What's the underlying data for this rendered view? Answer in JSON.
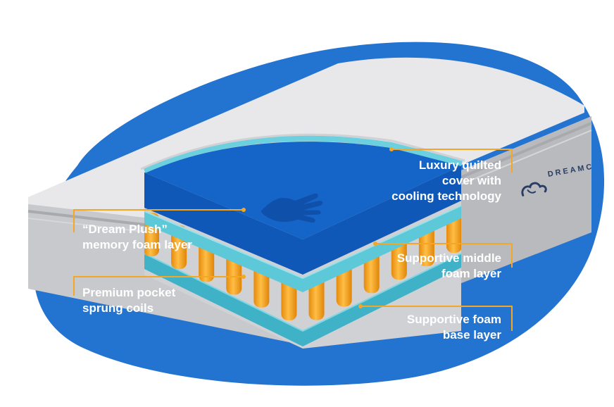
{
  "labels": {
    "cover": {
      "lines": [
        "Luxury quilted",
        "cover with",
        "cooling technology"
      ]
    },
    "memory_foam": {
      "lines": [
        "“Dream Plush”",
        "memory foam layer"
      ]
    },
    "coils": {
      "lines": [
        "Premium pocket",
        "sprung coils"
      ]
    },
    "middle_foam": {
      "lines": [
        "Supportive middle",
        "foam layer"
      ]
    },
    "base_foam": {
      "lines": [
        "Supportive foam",
        "base layer"
      ]
    }
  },
  "brand_text": "DREAMC",
  "colors": {
    "blob": "#2373d1",
    "top_layer": "#1565c8",
    "teal": "#5cc8d8",
    "coil": "#f5a623",
    "leader": "#f5a623",
    "mattress_top": "#e8e8ea",
    "mattress_side": "#c8c9cc",
    "mattress_side_dark": "#b3b4b7",
    "label_text": "#ffffff"
  },
  "icons": [
    "hand-icon",
    "cloud-logo-icon"
  ]
}
